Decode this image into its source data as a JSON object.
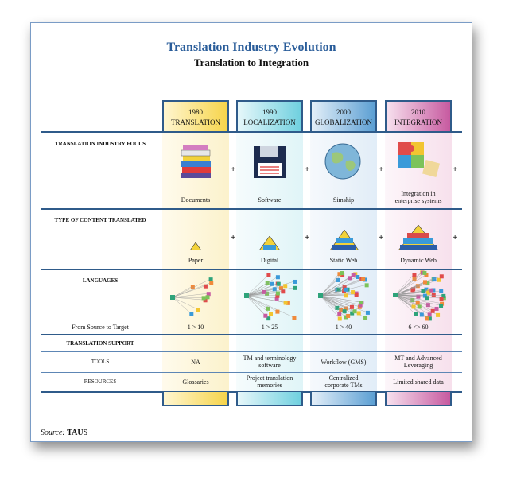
{
  "title": "Translation Industry Evolution",
  "subtitle": "Translation to Integration",
  "eras": [
    {
      "year": "1980",
      "name": "TRANSLATION",
      "focus": "Documents",
      "content": "Paper",
      "languages": "1 > 10",
      "tools": "NA",
      "resources": "Glossaries",
      "color": "#f6d44a"
    },
    {
      "year": "1990",
      "name": "LOCALIZATION",
      "focus": "Software",
      "content": "Digital",
      "languages": "1 > 25",
      "tools": "TM and terminology software",
      "resources": "Project translation memories",
      "color": "#6fd0df"
    },
    {
      "year": "2000",
      "name": "GLOBALIZATION",
      "focus": "Simship",
      "content": "Static Web",
      "languages": "1 > 40",
      "tools": "Workflow (GMS)",
      "resources": "Centralized corporate TMs",
      "color": "#5b9fd3"
    },
    {
      "year": "2010",
      "name": "INTEGRATION",
      "focus": "Integration in enterprise systems",
      "content": "Dynamic Web",
      "languages": "6 <> 60",
      "tools": "MT and Advanced Leveraging",
      "resources": "Limited shared data",
      "color": "#c75aa0"
    }
  ],
  "rows": {
    "focus": "TRANSLATION INDUSTRY FOCUS",
    "content": "TYPE OF CONTENT TRANSLATED",
    "languages": "LANGUAGES",
    "languages_sub": "From Source to Target",
    "support": "TRANSLATION SUPPORT",
    "tools": "TOOLS",
    "resources": "RESOURCES"
  },
  "plus": "+",
  "source_label": "Source:",
  "source": "TAUS"
}
